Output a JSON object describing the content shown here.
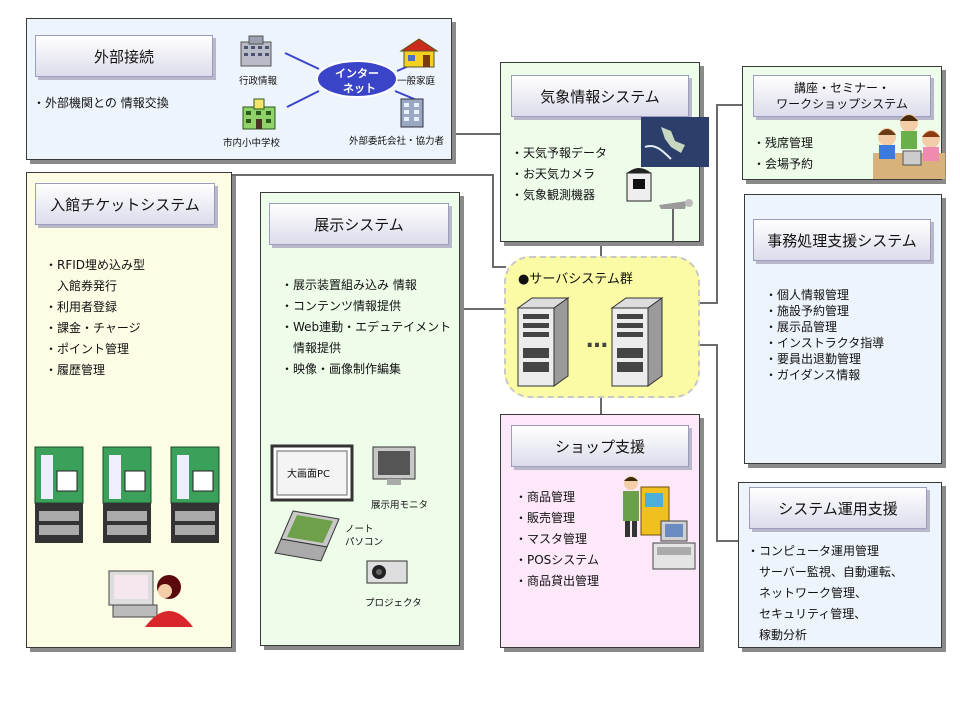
{
  "external": {
    "title": "外部接続",
    "items": [
      "・外部機関との 情報交換"
    ],
    "labels": {
      "gov": "行政情報",
      "internet_1": "インター",
      "internet_2": "ネット",
      "home": "一般家庭",
      "school": "市内小中学校",
      "partner": "外部委託会社・協力者"
    }
  },
  "weather": {
    "title": "気象情報システム",
    "items": [
      "・天気予報データ",
      "・お天気カメラ",
      "・気象観測機器"
    ]
  },
  "seminar": {
    "title_1": "講座・セミナー・",
    "title_2": "ワークショップシステム",
    "items": [
      "・残席管理",
      "・会場予約"
    ]
  },
  "ticket": {
    "title": "入館チケットシステム",
    "items": [
      "・RFID埋め込み型",
      "　入館券発行",
      "・利用者登録",
      "・課金・チャージ",
      "・ポイント管理",
      "・履歴管理"
    ]
  },
  "exhibit": {
    "title": "展示システム",
    "items": [
      "・展示装置組み込み 情報",
      "・コンテンツ情報提供",
      "・Web連動・エデュテイメント",
      "　情報提供",
      "・映像・画像制作編集"
    ],
    "labels": {
      "bigscreen": "大画面PC",
      "monitor": "展示用モニタ",
      "laptop_1": "ノート",
      "laptop_2": "パソコン",
      "projector": "プロジェクタ"
    }
  },
  "server": {
    "title": "●サーバシステム群",
    "ellipsis": "…"
  },
  "shop": {
    "title": "ショップ支援",
    "items": [
      "・商品管理",
      "・販売管理",
      "・マスタ管理",
      "・POSシステム",
      "・商品貸出管理"
    ]
  },
  "office": {
    "title": "事務処理支援システム",
    "items": [
      "・個人情報管理",
      "・施設予約管理",
      "・展示品管理",
      "・インストラクタ指導",
      "・要員出退勤管理",
      "・ガイダンス情報"
    ]
  },
  "ops": {
    "title": "システム運用支援",
    "items": [
      "・コンピュータ運用管理",
      "　サーバー監視、自動運転、",
      "　ネットワーク管理、",
      "　セキュリティ管理、",
      "　稼動分析"
    ]
  },
  "colors": {
    "external_bg": "#eef4fc",
    "weather_bg": "#eefcea",
    "seminar_bg": "#eefcea",
    "ticket_bg": "#fdfde6",
    "exhibit_bg": "#eefcea",
    "server_bg": "#fbfba6",
    "shop_bg": "#fde8fa",
    "office_bg": "#eef4fc",
    "ops_bg": "#eef4fc"
  }
}
